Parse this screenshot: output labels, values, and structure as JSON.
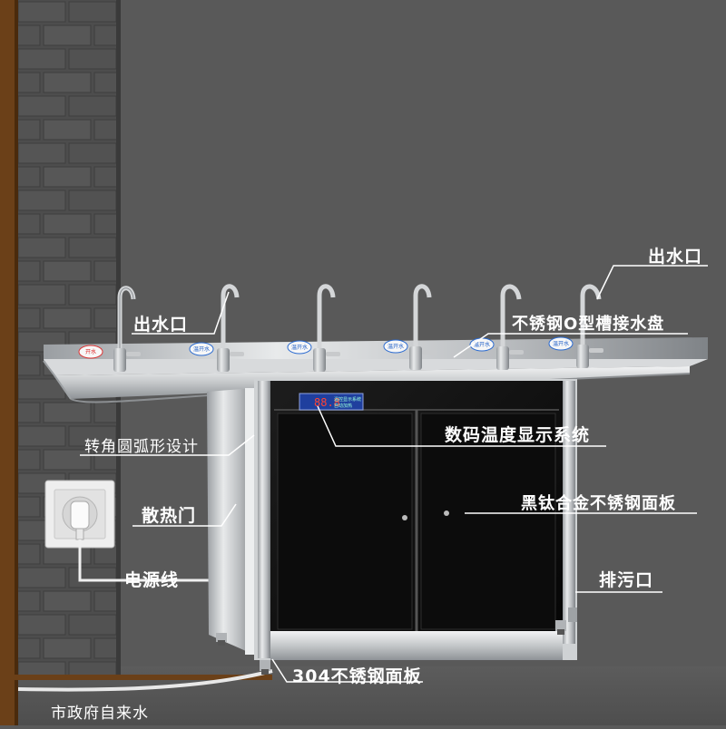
{
  "labels": {
    "outlet_right": "出水口",
    "outlet_left": "出水口",
    "tray": "不锈钢O型槽接水盘",
    "display_system": "数码温度显示系统",
    "corner_design": "转角圆弧形设计",
    "panel_black": "黑钛合金不锈钢面板",
    "vent_door": "散热门",
    "power_cord": "电源线",
    "drain": "排污口",
    "panel_304": "304不锈钢面板",
    "tap_water": "市政府自来水"
  },
  "tap_badges": [
    "开水",
    "温开水",
    "温开水",
    "温开水",
    "温开水",
    "温开水"
  ],
  "display": {
    "digits": "88.8",
    "caption_lines": [
      "温控显示系统",
      "自动加热"
    ]
  },
  "colors": {
    "background": "#5a5a5a",
    "brick_wall": "#4a4a4a",
    "wood_frame": "#6b4018",
    "cabinet_black": "#121212",
    "steel": "#c9ccce",
    "display_blue": "#1f3f9e",
    "label_text": "#ffffff"
  }
}
